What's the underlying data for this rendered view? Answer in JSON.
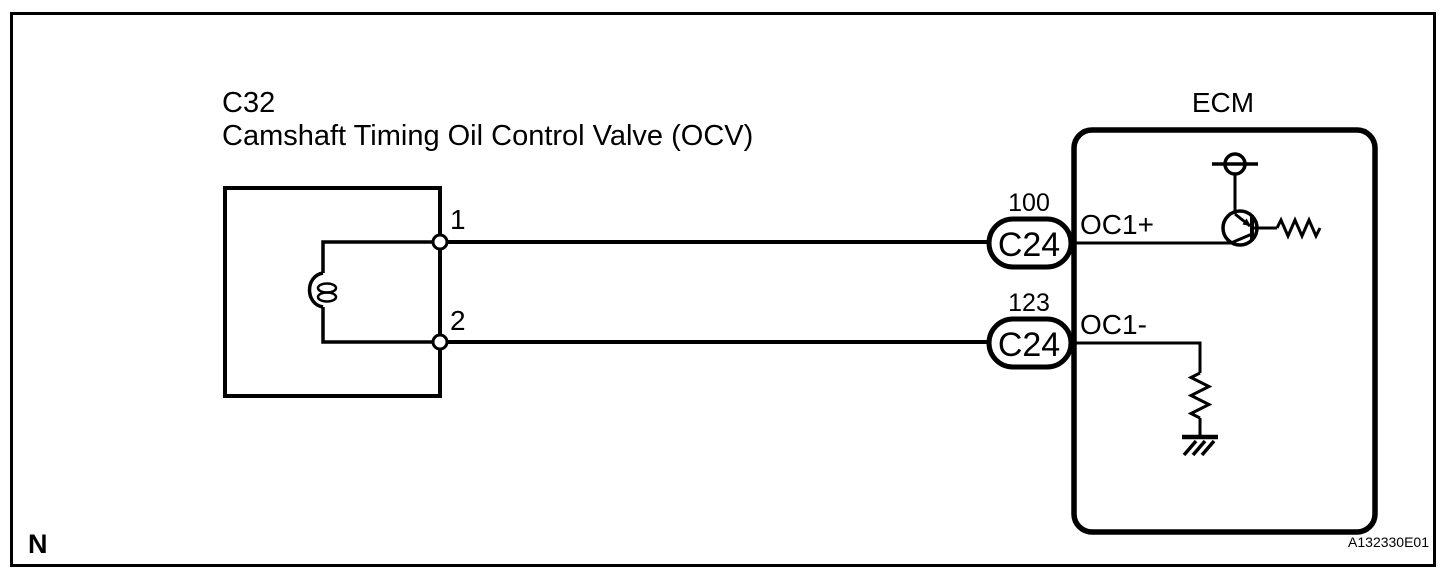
{
  "diagram": {
    "note": "N",
    "code": "A132330E01"
  },
  "ocv": {
    "id": "C32",
    "title": "Camshaft Timing Oil Control Valve (OCV)",
    "pin1": "1",
    "pin2": "2"
  },
  "ecm": {
    "title": "ECM",
    "terminal1": {
      "pin": "100",
      "connector": "C24",
      "signal": "OC1+"
    },
    "terminal2": {
      "pin": "123",
      "connector": "C24",
      "signal": "OC1-"
    }
  },
  "colors": {
    "stroke": "#000000",
    "background": "#ffffff"
  }
}
